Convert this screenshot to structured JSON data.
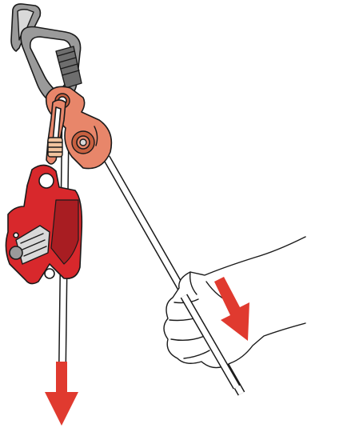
{
  "illustration": {
    "components": [
      "anchor-plate",
      "screw-gate-carabiner",
      "pulley",
      "small-carabiner",
      "rope-clamp",
      "rope",
      "hand"
    ],
    "arrows": [
      {
        "name": "load-direction-arrow",
        "direction": "down"
      },
      {
        "name": "pull-direction-arrow",
        "direction": "down-right"
      }
    ]
  },
  "colors": {
    "outline": "#1a1a1a",
    "device_red": "#d8282c",
    "device_red_dark": "#a81d22",
    "pulley_salmon": "#e8866a",
    "pulley_dark": "#c8603f",
    "arrow_red": "#e03a2f",
    "metal": "#9a9a9a",
    "metal_light": "#d9d9d9",
    "gate_sleeve": "#f2c49f",
    "rope_white": "#ffffff"
  }
}
